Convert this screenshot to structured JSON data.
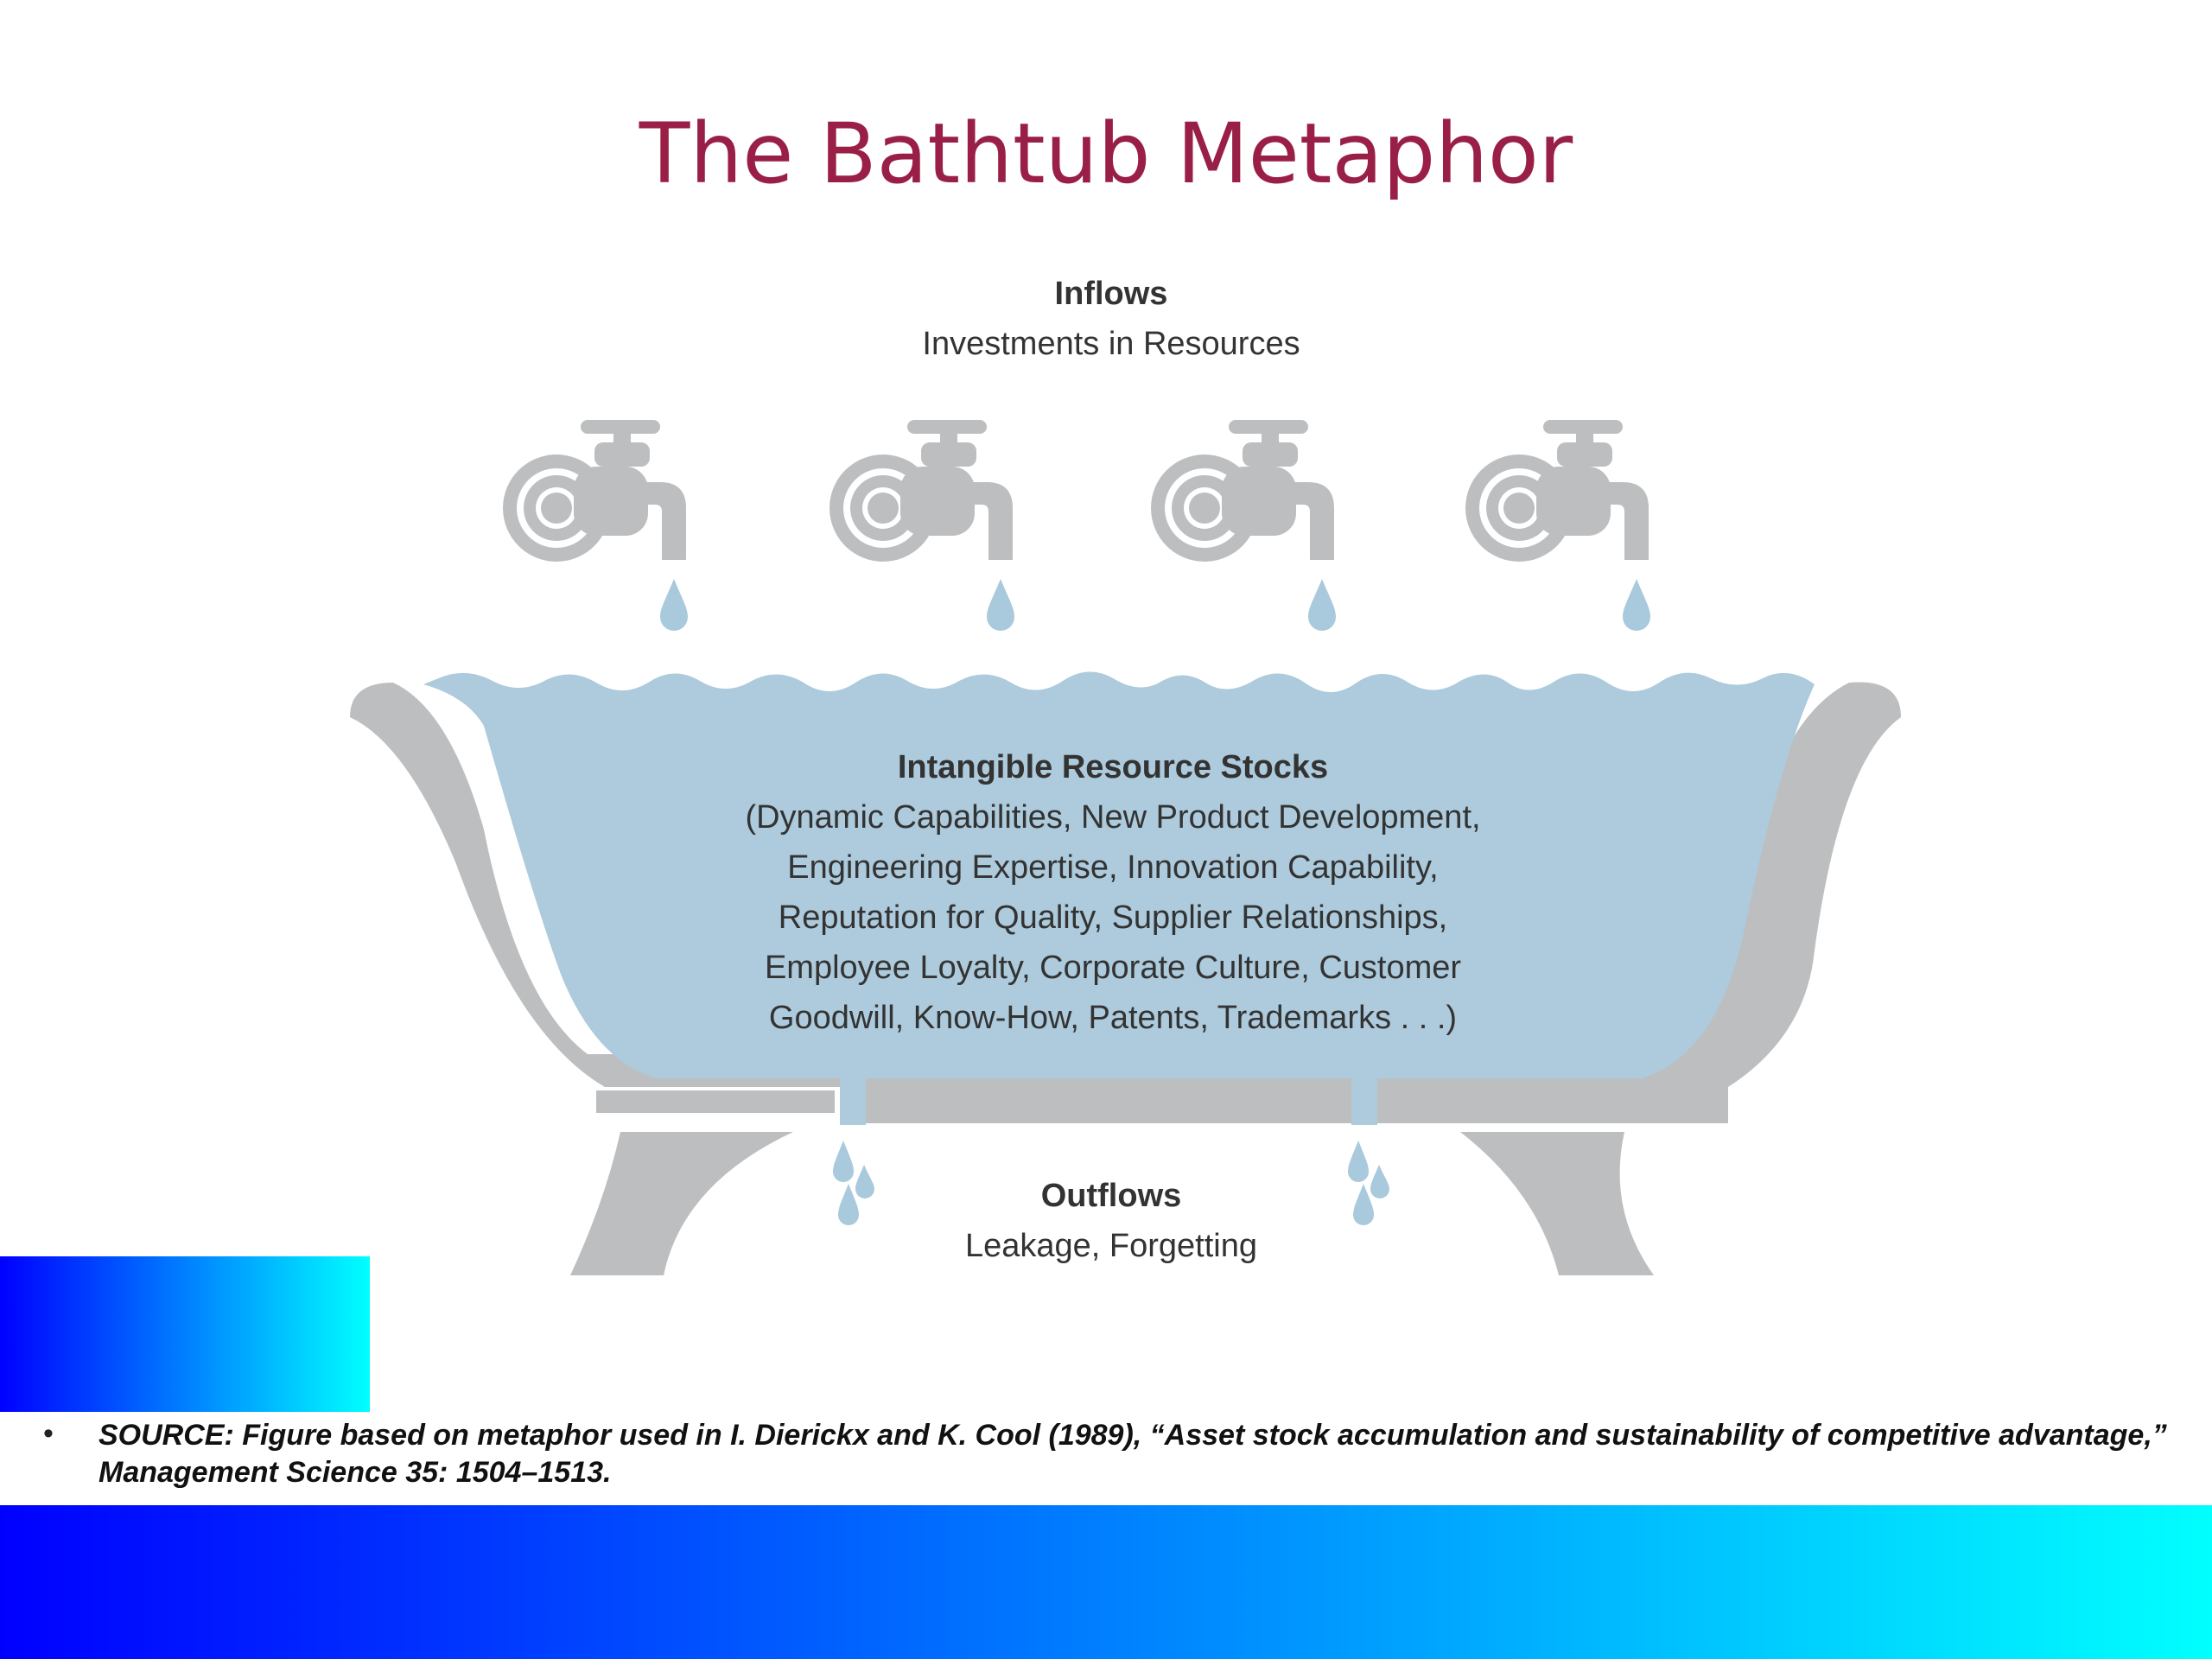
{
  "slide": {
    "title": "The Bathtub Metaphor"
  },
  "diagram": {
    "inflows_title": "Inflows",
    "inflows_subtitle": "Investments in Resources",
    "stocks_title": "Intangible Resource Stocks",
    "stocks_lines": [
      "(Dynamic Capabilities, New Product Development,",
      "Engineering Expertise, Innovation Capability,",
      "Reputation for Quality, Supplier Relationships,",
      "Employee Loyalty, Corporate Culture, Customer",
      "Goodwill, Know-How, Patents, Trademarks . . .)"
    ],
    "outflows_title": "Outflows",
    "outflows_subtitle": "Leakage, Forgetting",
    "colors": {
      "water": "#adcbdc",
      "tub": "#bcbec0",
      "drop": "#a9c9dc"
    }
  },
  "footer": {
    "bullet": "•",
    "source_text": "SOURCE: Figure based on metaphor used in I. Dierickx and K. Cool (1989), “Asset stock accumulation and sustainability of competitive advantage,” Management Science 35: 1504–1513.",
    "gradient_from": "#0000ff",
    "gradient_to": "#00ffff"
  }
}
